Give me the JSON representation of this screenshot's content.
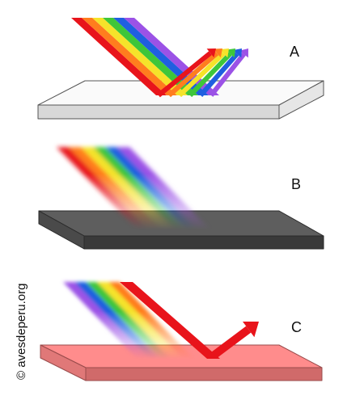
{
  "spectrum": [
    "#e8141b",
    "#ff7d1e",
    "#f5e32a",
    "#3ec63a",
    "#1f5fe0",
    "#9b52e6"
  ],
  "panels": [
    {
      "label": "A",
      "surface": "white",
      "colors": {
        "top": "#fafafa",
        "front": "#d8d8d8",
        "side": "#e6e6e6",
        "edge": "#555555"
      },
      "effect": "all colors reflected"
    },
    {
      "label": "B",
      "surface": "black",
      "colors": {
        "top": "#5e5e5e",
        "front": "#3a3a3a",
        "side": "#4a4a4a",
        "edge": "#2a2a2a"
      },
      "effect": "all colors absorbed"
    },
    {
      "label": "C",
      "surface": "red",
      "colors": {
        "top": "#ff8c8c",
        "front": "#d06a6a",
        "side": "#e07878",
        "edge": "#9a4c4c"
      },
      "effect": "only red reflected"
    }
  ],
  "credit": "© avesdeperu.org"
}
